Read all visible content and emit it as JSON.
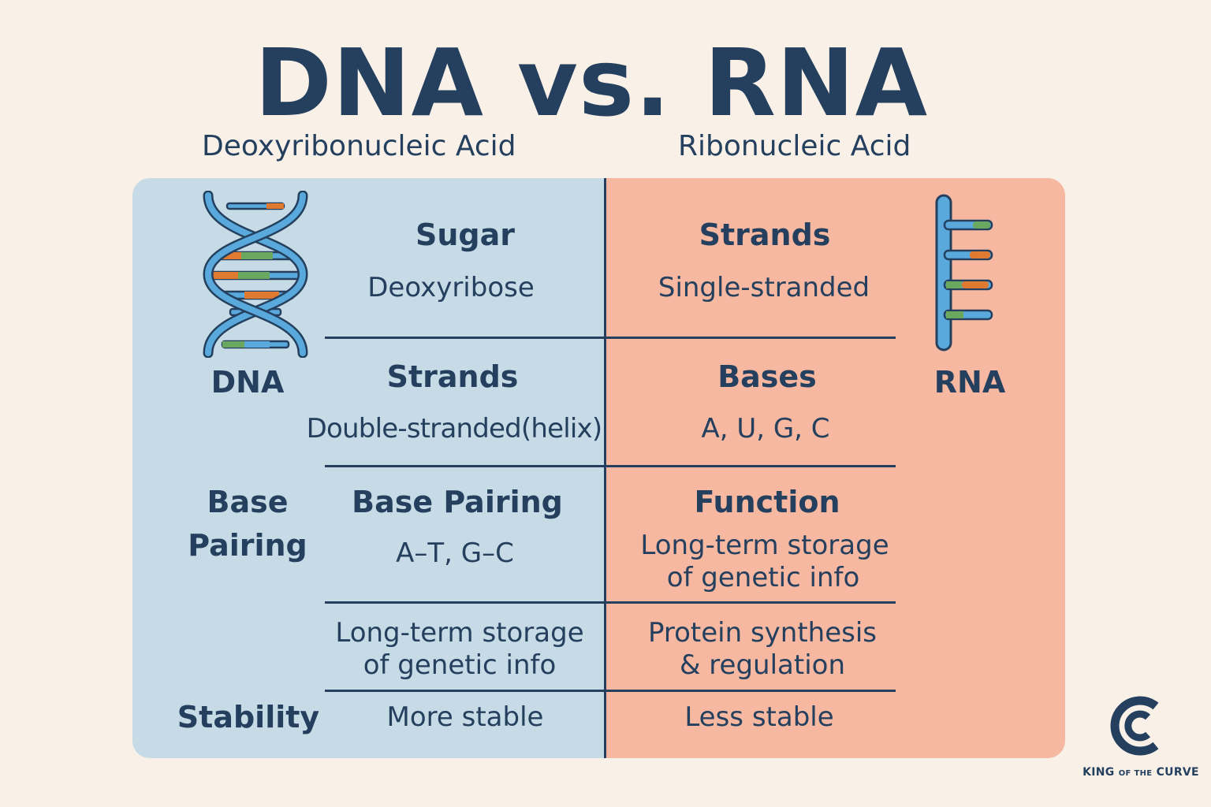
{
  "title": "DNA vs. RNA",
  "subtitles": {
    "dna": "Deoxyribonucleic Acid",
    "rna": "Ribonucleic Acid"
  },
  "side_labels": {
    "dna": "DNA",
    "base_pairing_line1": "Base",
    "base_pairing_line2": "Pairing",
    "stability": "Stability",
    "rna": "RNA"
  },
  "dna_rows": [
    {
      "heading": "Sugar",
      "value": "Deoxyribose"
    },
    {
      "heading": "Strands",
      "value": "Double-stranded(helix)"
    },
    {
      "heading": "Base Pairing",
      "value": "A–T, G–C"
    },
    {
      "heading": "",
      "value_line1": "Long-term storage",
      "value_line2": "of genetic info"
    },
    {
      "heading": "",
      "value": "More stable"
    }
  ],
  "rna_rows": [
    {
      "heading": "Strands",
      "value": "Single-stranded"
    },
    {
      "heading": "Bases",
      "value": "A, U, G, C"
    },
    {
      "heading": "Function",
      "value_line1": "Long-term storage",
      "value_line2": "of genetic info"
    },
    {
      "heading": "",
      "value_line1": "Protein synthesis",
      "value_line2": "& regulation"
    },
    {
      "heading": "",
      "value": "Less stable"
    }
  ],
  "brand": {
    "name_part1": "KING",
    "name_part2": "OF THE",
    "name_part3": "CURVE"
  },
  "icons": {
    "dna": "dna-double-helix-icon",
    "rna": "rna-single-strand-icon",
    "logo": "king-of-the-curve-logo-icon"
  },
  "colors": {
    "background": "#f9f1e8",
    "dna_panel": "#c7dbe6",
    "rna_panel": "#f6b8a0",
    "text": "#24405e",
    "strand_blue": "#5aa9dd",
    "base_orange": "#e07a30",
    "base_green": "#6aa860"
  }
}
